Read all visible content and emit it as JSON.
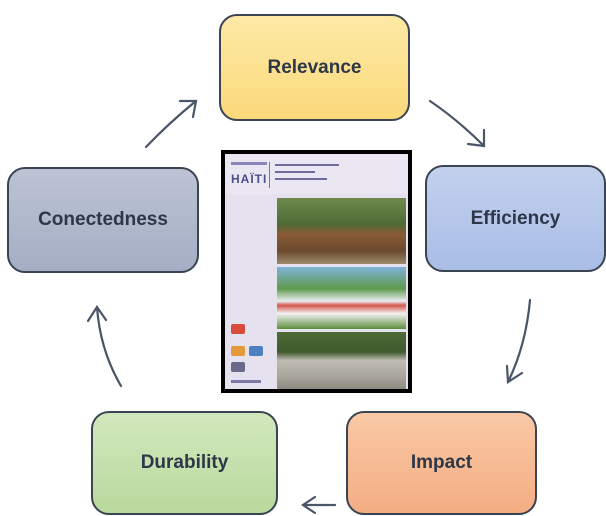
{
  "nodes": {
    "relevance": "Relevance",
    "efficiency": "Efficiency",
    "impact": "Impact",
    "durability": "Durability",
    "conectedness": "Conectedness"
  },
  "report_cover": {
    "country": "HAÏTI"
  },
  "colors": {
    "relevance": "#fbd97a",
    "efficiency": "#a9bde6",
    "impact": "#f4ad82",
    "durability": "#b9d99d",
    "conectedness": "#a5aec4",
    "arrow": "#4a5568"
  }
}
